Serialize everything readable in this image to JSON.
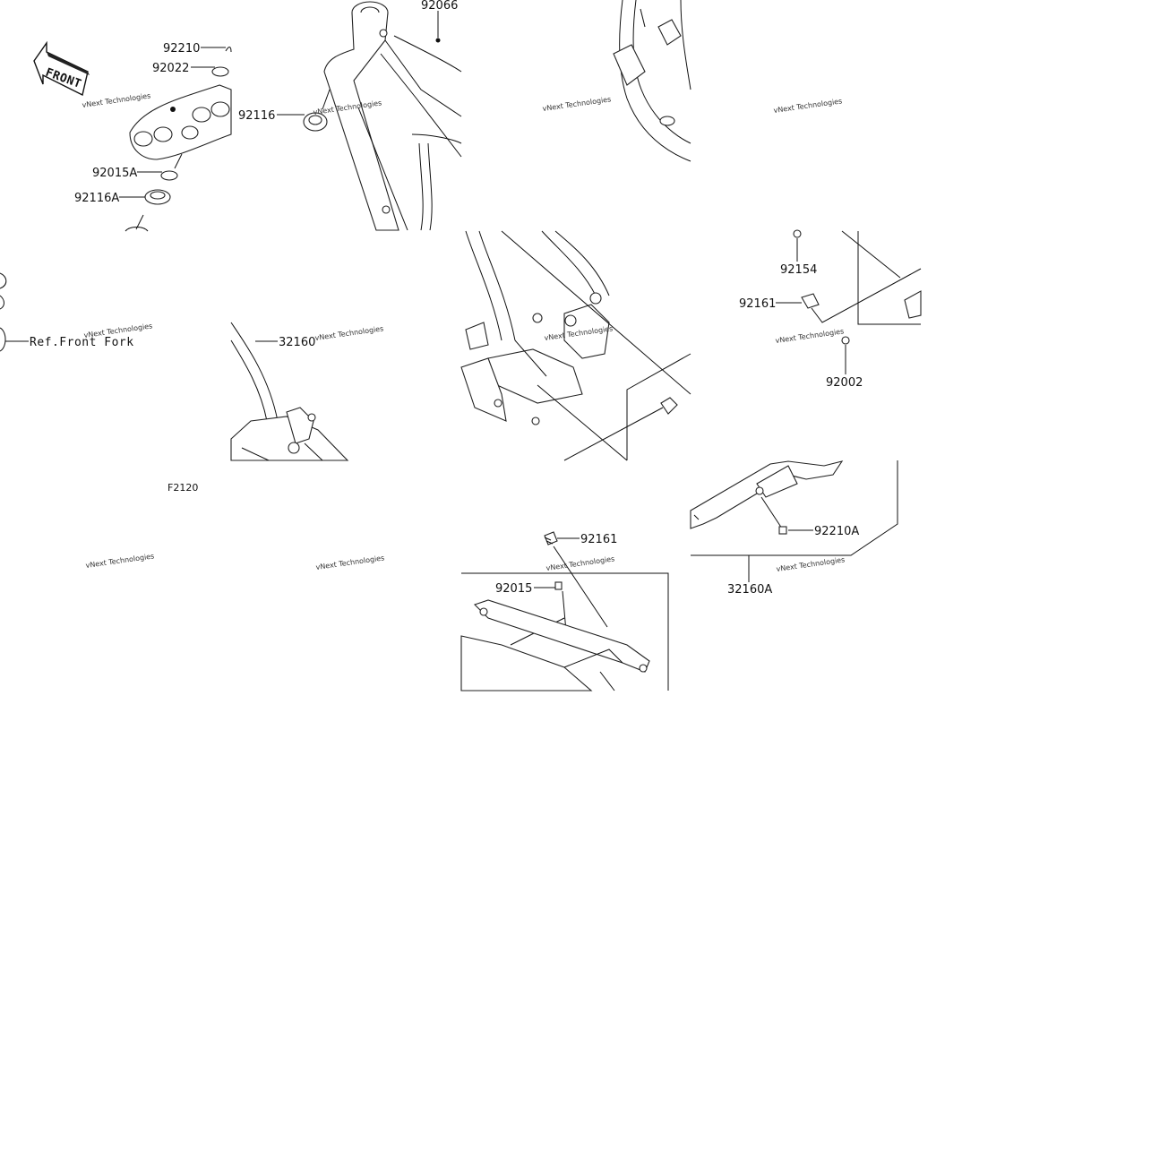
{
  "diagram": {
    "code": "F2120",
    "front_marker": "FRONT",
    "ref_text": "Ref.Front Fork",
    "watermark": "vNext Technologies",
    "parts": [
      {
        "id": "p92210",
        "label": "92210"
      },
      {
        "id": "p92022",
        "label": "92022"
      },
      {
        "id": "p92015A",
        "label": "92015A"
      },
      {
        "id": "p92116A",
        "label": "92116A"
      },
      {
        "id": "p92066",
        "label": "92066"
      },
      {
        "id": "p92116",
        "label": "92116"
      },
      {
        "id": "p32160",
        "label": "32160"
      },
      {
        "id": "p92154",
        "label": "92154"
      },
      {
        "id": "p92161a",
        "label": "92161"
      },
      {
        "id": "p92002",
        "label": "92002"
      },
      {
        "id": "p92161b",
        "label": "92161"
      },
      {
        "id": "p92015",
        "label": "92015"
      },
      {
        "id": "p92210A",
        "label": "92210A"
      },
      {
        "id": "p32160A",
        "label": "32160A"
      }
    ]
  }
}
